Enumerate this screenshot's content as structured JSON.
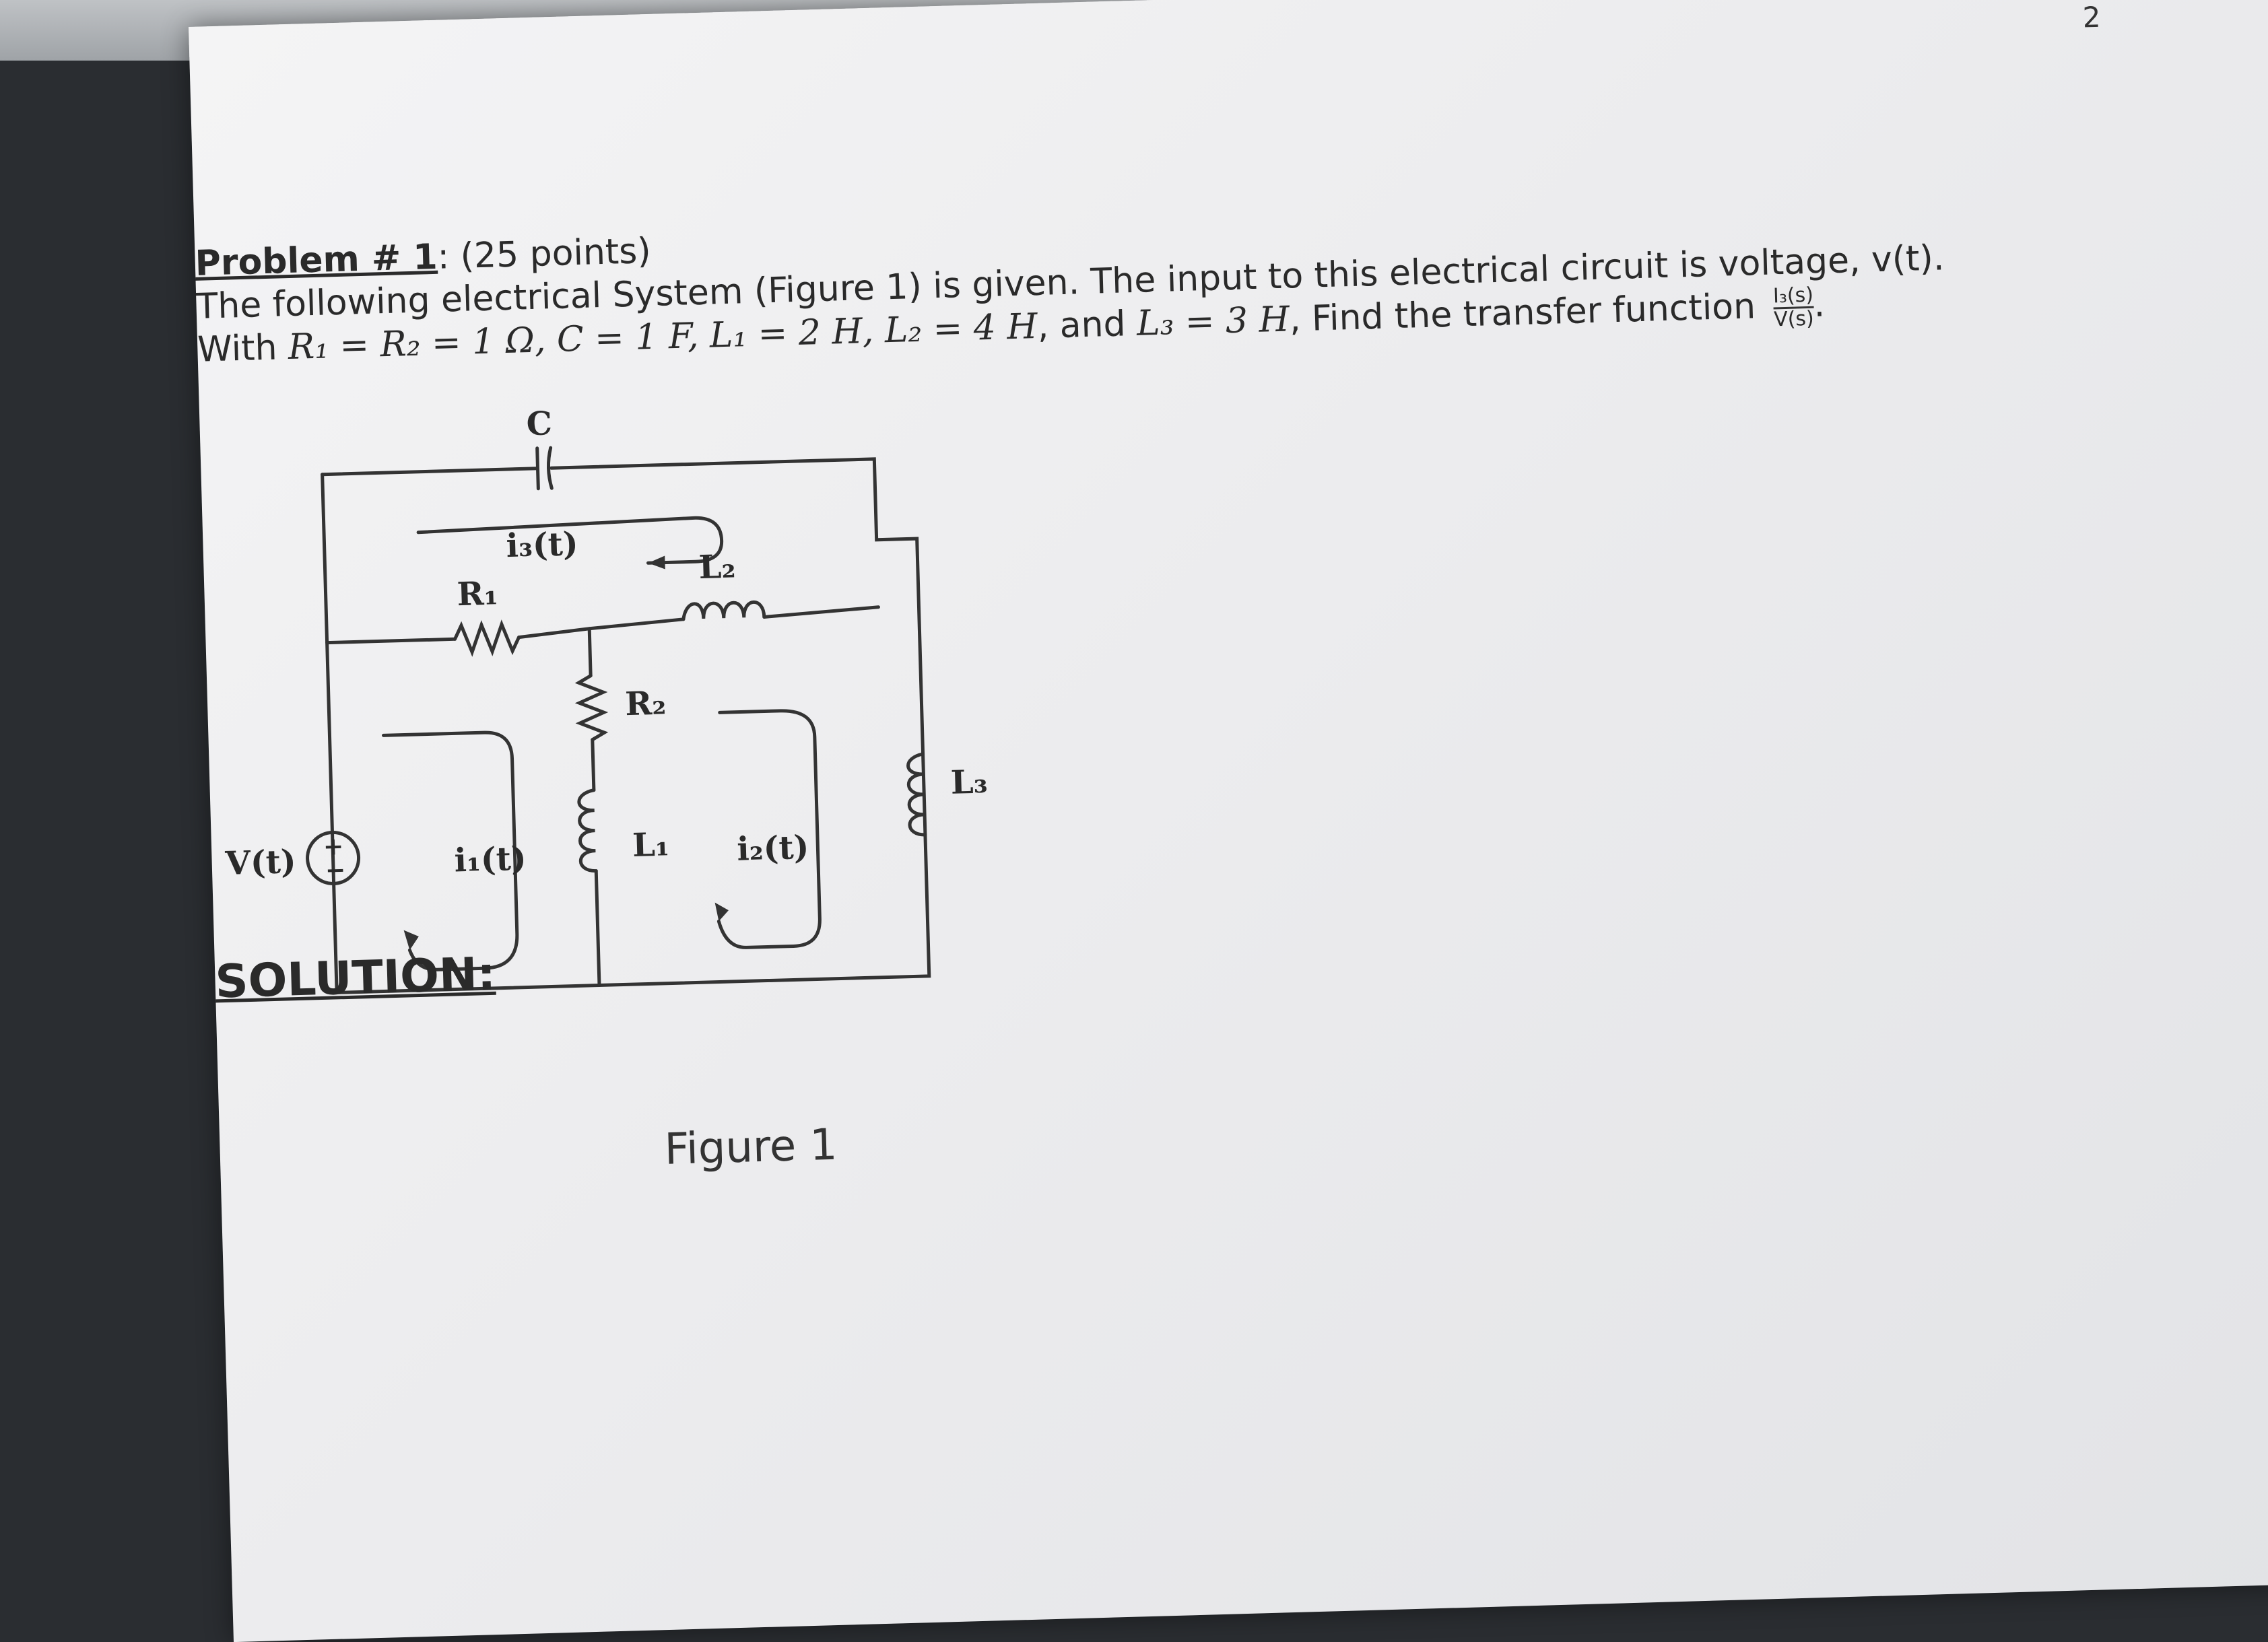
{
  "page_number": "2",
  "problem": {
    "heading": "Problem # 1",
    "points": ": (25 points)",
    "line2_text": "The following electrical System (Figure 1) is given. The input to this electrical circuit is voltage, v(t).",
    "line3_prefix": "With ",
    "line3_params": "R₁ = R₂ = 1 Ω, C = 1 F, L₁ = 2 H, L₂ = 4 H",
    "line3_mid": ", and ",
    "line3_l3": "L₃ = 3 H",
    "line3_suffix": ", Find the transfer function ",
    "tf_numerator": "I₃(s)",
    "tf_denominator": "V(s)",
    "tf_end": "."
  },
  "figure": {
    "caption": "Figure 1",
    "labels": {
      "C": "C",
      "R1": "R₁",
      "R2": "R₂",
      "L1": "L₁",
      "L2": "L₂",
      "L3": "L₃",
      "Vt": "V(t)",
      "i1": "i₁(t)",
      "i2": "i₂(t)",
      "i3": "i₃(t)",
      "plus": "+",
      "minus": "−"
    }
  },
  "solution_label": "SOLUTION:"
}
